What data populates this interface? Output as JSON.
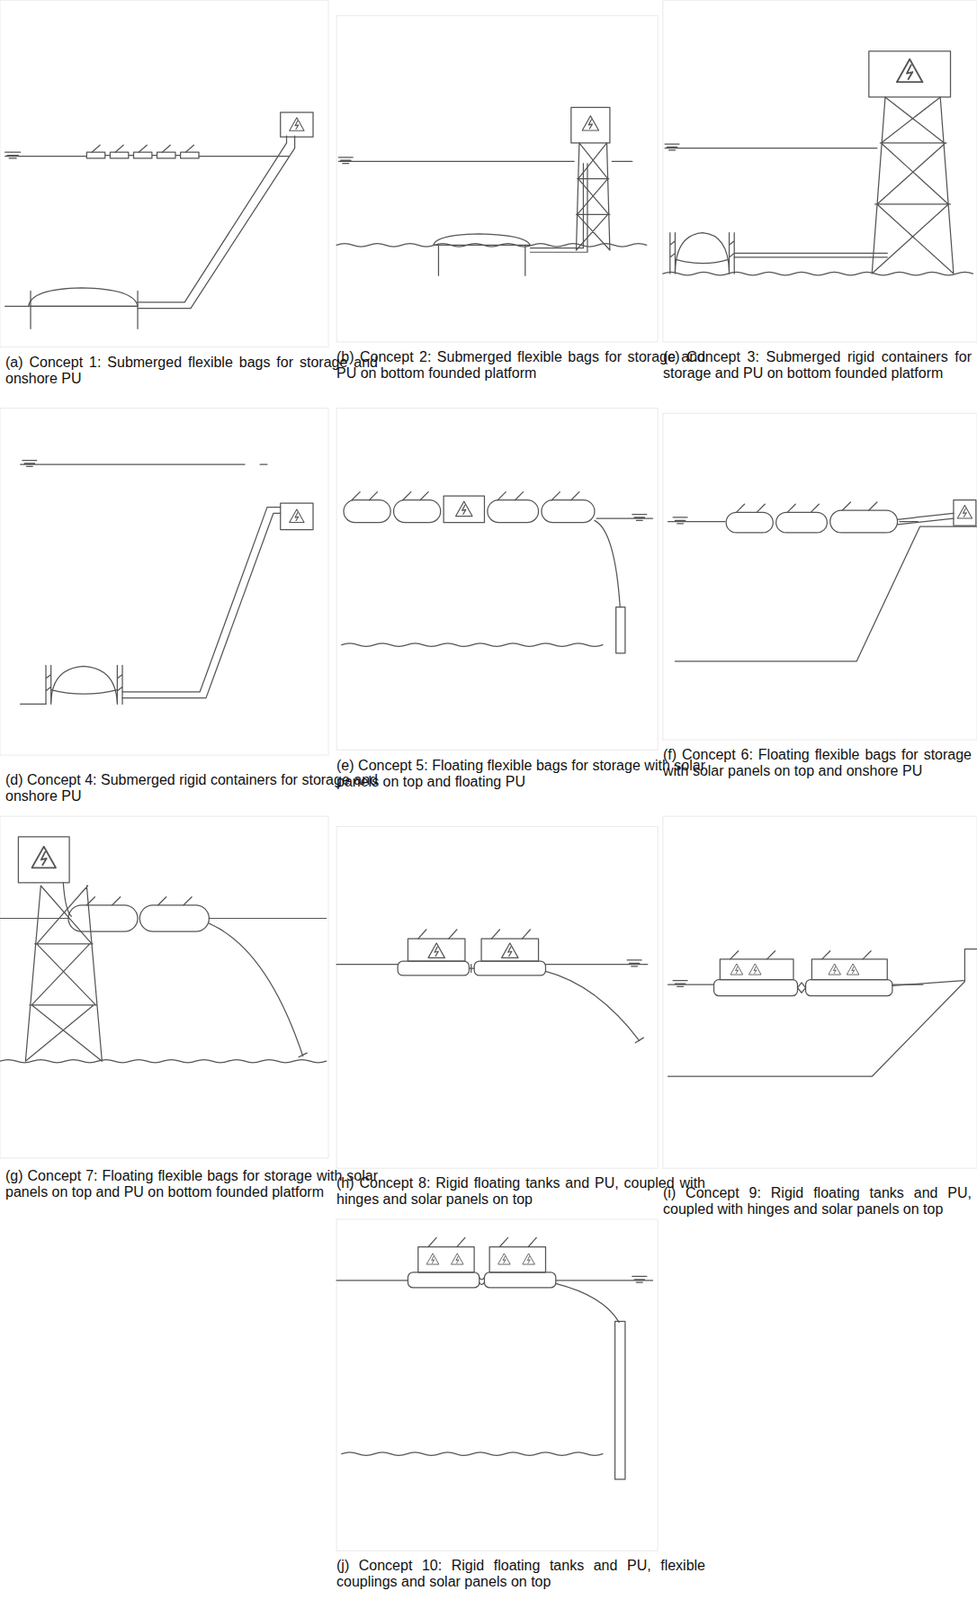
{
  "diagram": {
    "labels": [
      "(a) Concept 1: Submerged flexible bags for storage and onshore PU",
      "(b) Concept 2: Submerged flexible bags for storage and PU on bottom founded platform",
      "(c) Concept 3: Submerged rigid containers for storage and PU on bottom founded platform",
      "(d) Concept 4: Submerged rigid containers for storage and onshore PU",
      "(e) Concept 5: Floating flexible bags for storage with solar panels on top and floating PU",
      "(f) Concept 6: Floating flexible bags for storage with solar panels on top and onshore PU",
      "(g) Concept 7: Floating flexible bags for storage with solar panels on top and PU on bottom founded platform",
      "(h) Concept 8: Rigid floating tanks and PU, coupled with hinges and solar panels on top",
      "(i) Concept 9: Rigid floating tanks and PU, coupled with hinges and solar panels on top",
      "(j) Concept 10: Rigid floating tanks and PU, flexible couplings and solar panels on top"
    ]
  }
}
